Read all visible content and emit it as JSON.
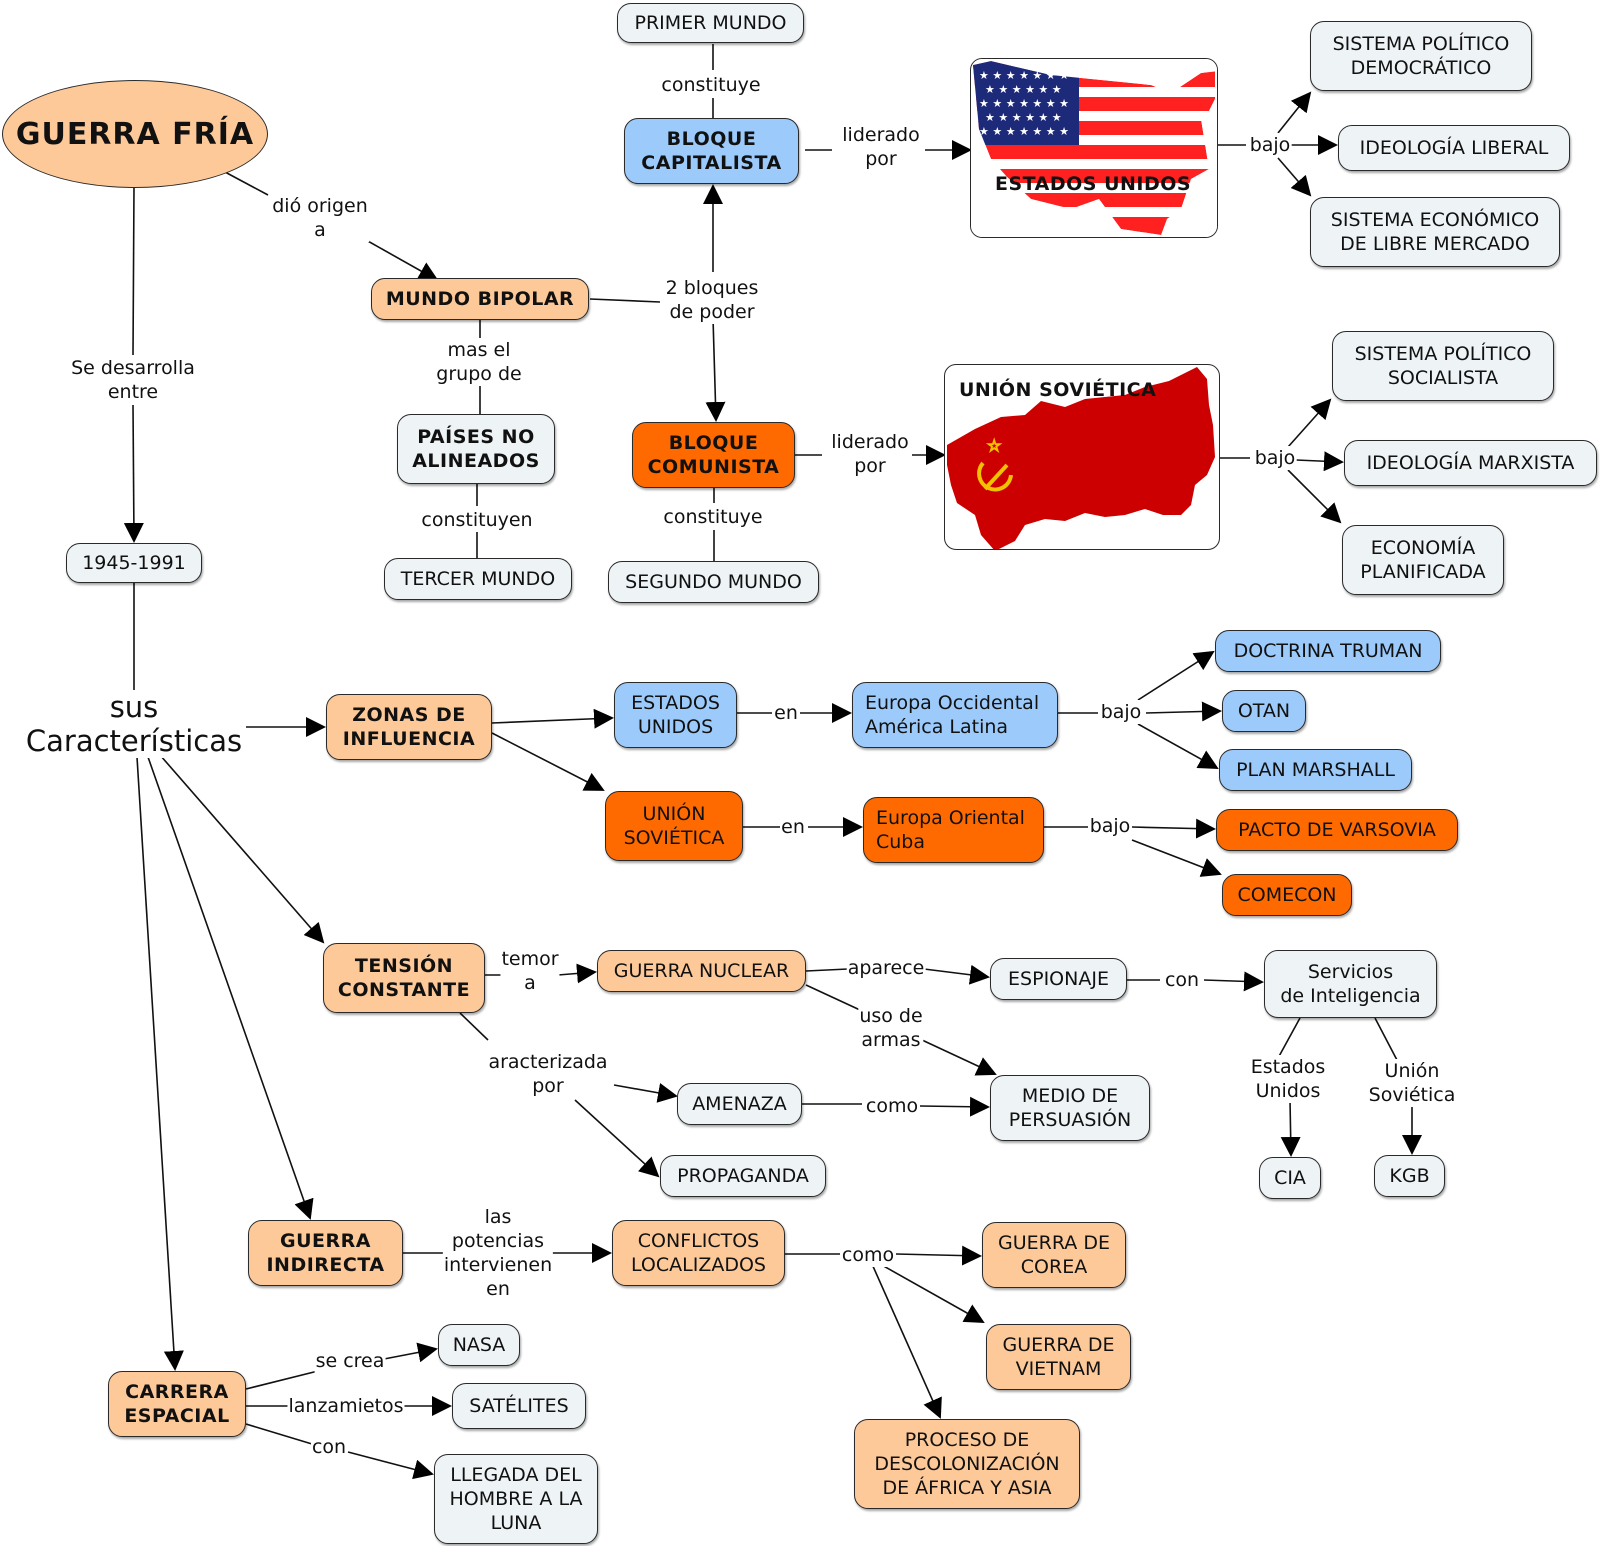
{
  "title": "GUERRA FRÍA",
  "colors": {
    "plain": "#eef3f6",
    "peach": "#fdc999",
    "blue": "#9ccafb",
    "orange": "#ff6a00",
    "usa_red": "#ff0000",
    "usa_blue": "#1d2a7a",
    "ussr_red": "#cc0000",
    "ussr_gold": "#f2c200"
  },
  "nodes": {
    "primer_mundo": "PRIMER MUNDO",
    "bloque_capitalista": "BLOQUE\nCAPITALISTA",
    "estados_unidos_img": "ESTADOS UNIDOS",
    "sist_pol_democratico": "SISTEMA POLÍTICO\nDEMOCRÁTICO",
    "ideologia_liberal": "IDEOLOGÍA LIBERAL",
    "sist_eco_libre": "SISTEMA ECONÓMICO\nDE LIBRE MERCADO",
    "mundo_bipolar": "MUNDO BIPOLAR",
    "paises_no_alineados": "PAÍSES NO\nALINEADOS",
    "tercer_mundo": "TERCER MUNDO",
    "bloque_comunista": "BLOQUE\nCOMUNISTA",
    "segundo_mundo": "SEGUNDO MUNDO",
    "union_sovietica_img": "UNIÓN SOVIÉTICA",
    "sist_pol_socialista": "SISTEMA POLÍTICO\nSOCIALISTA",
    "ideologia_marxista": "IDEOLOGÍA MARXISTA",
    "economia_planificada": "ECONOMÍA\nPLANIFICADA",
    "years": "1945-1991",
    "sus_caracteristicas": "sus\nCaracterísticas",
    "zonas_influencia": "ZONAS DE\nINFLUENCIA",
    "zi_estados_unidos": "ESTADOS\nUNIDOS",
    "zi_europa_occidental": "Europa Occidental\nAmérica Latina",
    "doctrina_truman": "DOCTRINA TRUMAN",
    "otan": "OTAN",
    "plan_marshall": "PLAN MARSHALL",
    "zi_union_sovietica": "UNIÓN\nSOVIÉTICA",
    "zi_europa_oriental": "Europa Oriental\nCuba",
    "pacto_varsovia": "PACTO DE VARSOVIA",
    "comecon": "COMECON",
    "tension_constante": "TENSIÓN\nCONSTANTE",
    "guerra_nuclear": "GUERRA NUCLEAR",
    "espionaje": "ESPIONAJE",
    "servicios_inteligencia": "Servicios\nde Inteligencia",
    "cia": "CIA",
    "kgb": "KGB",
    "amenaza": "AMENAZA",
    "medio_persuasion": "MEDIO DE\nPERSUASIÓN",
    "propaganda": "PROPAGANDA",
    "guerra_indirecta": "GUERRA\nINDIRECTA",
    "conflictos_localizados": "CONFLICTOS\nLOCALIZADOS",
    "guerra_corea": "GUERRA DE\nCOREA",
    "guerra_vietnam": "GUERRA DE\nVIETNAM",
    "descolonizacion": "PROCESO DE\nDESCOLONIZACIÓN\nDE ÁFRICA Y ASIA",
    "carrera_espacial": "CARRERA\nESPACIAL",
    "nasa": "NASA",
    "satelites": "SATÉLITES",
    "llegada_luna": "LLEGADA DEL\nHOMBRE A LA\nLUNA"
  },
  "links": {
    "dio_origen": "dió origen\na",
    "constituye_1": "constituye",
    "liderado_por_1": "liderado\npor",
    "bajo_1": "bajo",
    "dos_bloques": "2 bloques\nde poder",
    "mas_el_grupo": "mas el\ngrupo de",
    "constituyen": "constituyen",
    "constituye_2": "constituye",
    "liderado_por_2": "liderado\npor",
    "bajo_2": "bajo",
    "se_desarrolla": "Se desarrolla\nentre",
    "en_1": "en",
    "bajo_3": "bajo",
    "en_2": "en",
    "bajo_4": "bajo",
    "temor_a": "temor\na",
    "aparece": "aparece",
    "con_1": "con",
    "uso_armas": "uso de\narmas",
    "caracterizada_por": "aracterizada\npor",
    "como_1": "como",
    "estados_unidos_lbl": "Estados\nUnidos",
    "union_sovietica_lbl": "Unión\nSoviética",
    "las_potencias": "las\npotencias\nintervienen\nen",
    "como_2": "como",
    "se_crea": "se crea",
    "lanzamientos": "lanzamietos",
    "con_2": "con"
  }
}
